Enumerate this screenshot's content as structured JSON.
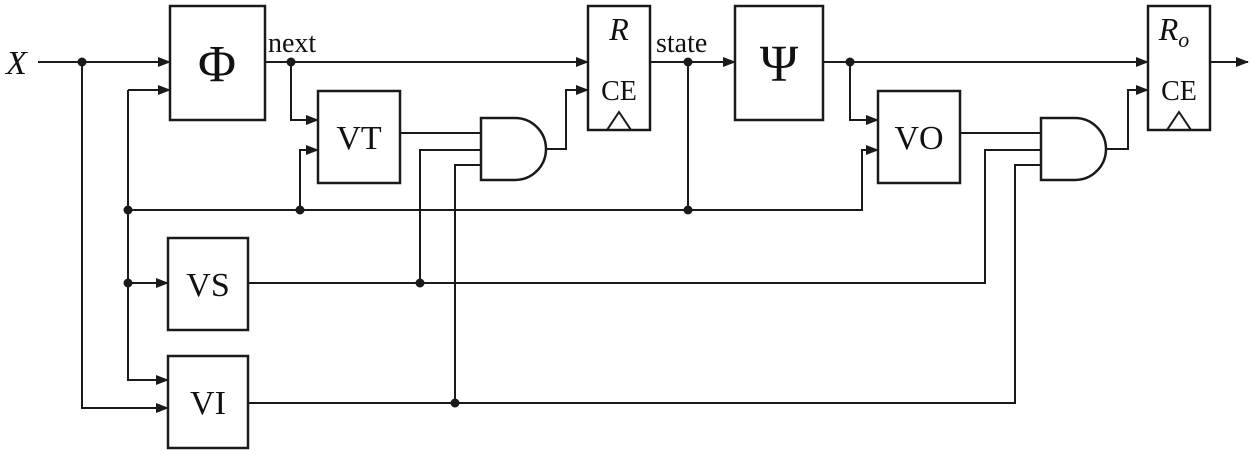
{
  "diagram": {
    "input_label": "X",
    "wire_labels": {
      "next": "next",
      "state": "state"
    },
    "blocks": {
      "phi": "Φ",
      "vt": "VT",
      "vs": "VS",
      "vi": "VI",
      "psi": "Ψ",
      "vo": "VO"
    },
    "registers": {
      "r": {
        "name": "R",
        "ce_label": "CE"
      },
      "ro": {
        "name": "R",
        "subscript": "o",
        "ce_label": "CE"
      }
    },
    "colors": {
      "line": "#1a1a1a",
      "background": "#ffffff"
    }
  }
}
